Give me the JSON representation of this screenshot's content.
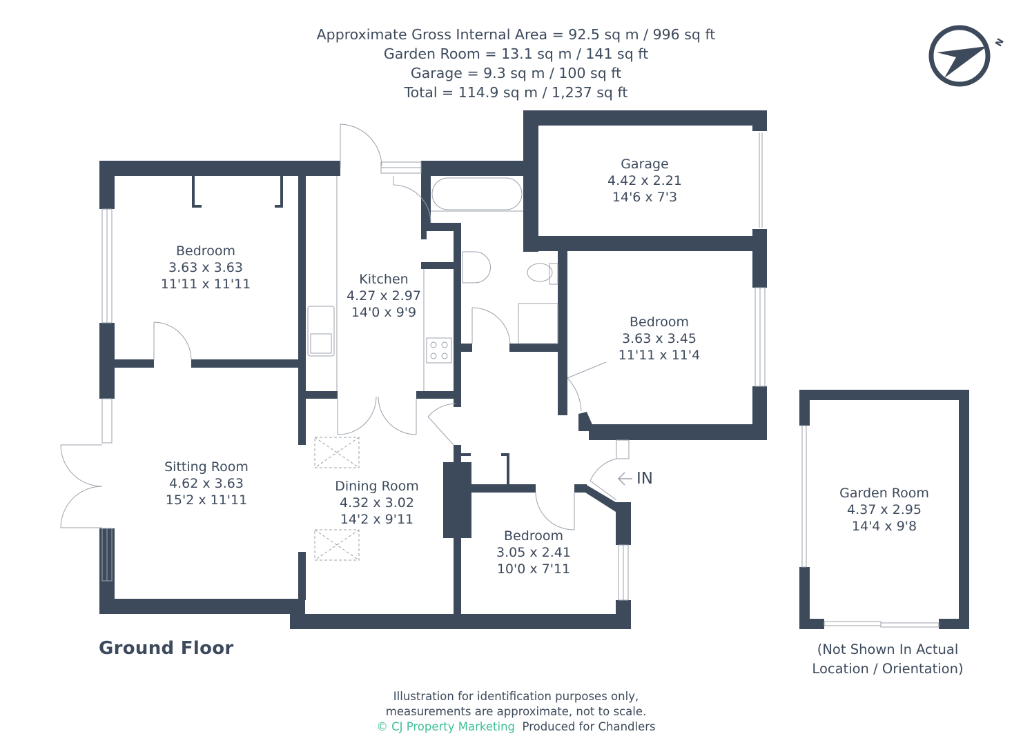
{
  "header": {
    "lines": [
      "Approximate Gross Internal Area = 92.5 sq m / 996 sq ft",
      "Garden Room = 13.1 sq m / 141 sq ft",
      "Garage = 9.3 sq m / 100 sq ft",
      "Total = 114.9 sq m / 1,237 sq ft"
    ]
  },
  "compass": {
    "icon": "compass-north-icon",
    "label": "N"
  },
  "colors": {
    "wall": "#3d4a5c",
    "text": "#3d4a5c",
    "brand": "#3dbf98",
    "background": "#ffffff"
  },
  "rooms": [
    {
      "id": "bedroom-1",
      "name": "Bedroom",
      "metric": "3.63 x 3.63",
      "imperial": "11'11 x 11'11"
    },
    {
      "id": "kitchen",
      "name": "Kitchen",
      "metric": "4.27 x 2.97",
      "imperial": "14'0 x 9'9"
    },
    {
      "id": "garage",
      "name": "Garage",
      "metric": "4.42 x 2.21",
      "imperial": "14'6 x 7'3"
    },
    {
      "id": "bedroom-2",
      "name": "Bedroom",
      "metric": "3.63 x 3.45",
      "imperial": "11'11 x 11'4"
    },
    {
      "id": "sitting-room",
      "name": "Sitting Room",
      "metric": "4.62 x 3.63",
      "imperial": "15'2 x 11'11"
    },
    {
      "id": "dining-room",
      "name": "Dining Room",
      "metric": "4.32 x 3.02",
      "imperial": "14'2 x 9'11"
    },
    {
      "id": "bedroom-3",
      "name": "Bedroom",
      "metric": "3.05 x 2.41",
      "imperial": "10'0 x 7'11"
    },
    {
      "id": "garden-room",
      "name": "Garden Room",
      "metric": "4.37 x 2.95",
      "imperial": "14'4 x 9'8"
    }
  ],
  "entrance": {
    "icon": "entrance-arrow-icon",
    "label": "IN"
  },
  "floor_title": "Ground Floor",
  "garden_room_note": [
    "(Not Shown In Actual",
    "Location / Orientation)"
  ],
  "footer": {
    "line1": "Illustration for identification purposes only,",
    "line2": "measurements are approximate, not to scale.",
    "brand": "© CJ Property Marketing",
    "produced_for": "Produced for Chandlers"
  }
}
